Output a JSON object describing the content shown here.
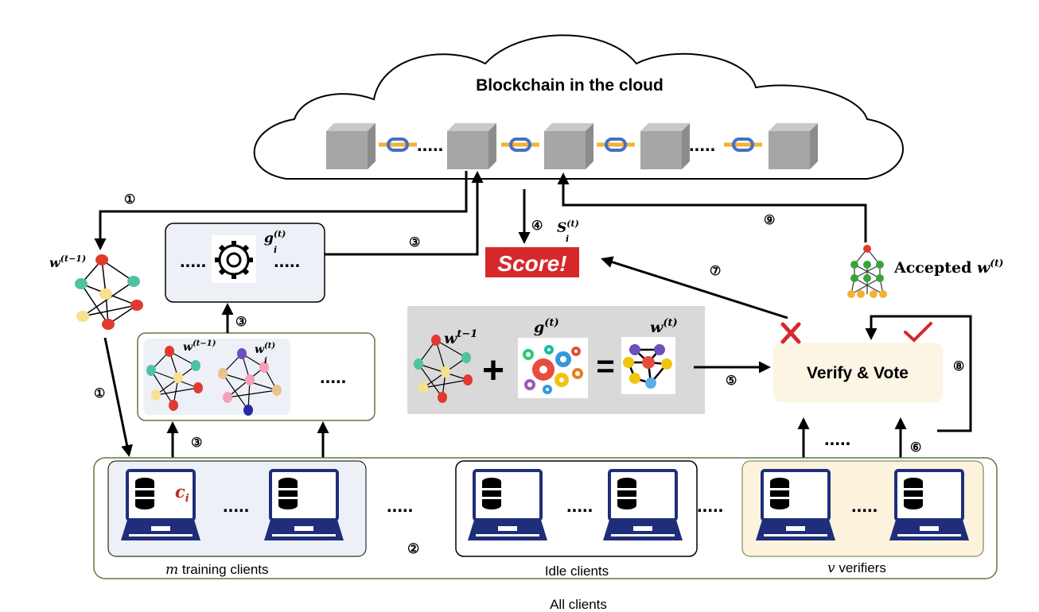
{
  "title": "Blockchain in the cloud",
  "steps": [
    "①",
    "②",
    "③",
    "④",
    "⑤",
    "⑥",
    "⑦",
    "⑧",
    "⑨"
  ],
  "labels": {
    "w_prev": "w",
    "w_prev_sup": "(t−1)",
    "g_i": "g",
    "g_i_sup": "(t)",
    "g_i_sub": "i",
    "s_i": "S",
    "s_i_sup": "(t)",
    "s_i_sub": "i",
    "score": "Score!",
    "accepted": "Accepted ",
    "accepted_w": "w",
    "accepted_sup": "(t)",
    "local_w_prev": "w",
    "local_w_prev_sup": "(t−1)",
    "local_wi": "w",
    "local_wi_sup": "(t)",
    "local_wi_sub": "i",
    "eq_w_prev": "w",
    "eq_w_prev_sup": "t−1",
    "eq_g": "g",
    "eq_g_sup": "(t)",
    "eq_w": "w",
    "eq_w_sup": "(t)",
    "eq_plus": "+",
    "eq_equals": "=",
    "verify_vote": "Verify & Vote",
    "client_ci": "c",
    "client_ci_sub": "i",
    "training_clients_var": "m",
    "training_clients": " training clients",
    "idle_clients": "Idle clients",
    "verifiers_var": "v",
    "verifiers": " verifiers",
    "all_clients": "All clients",
    "ellipsis": "....."
  },
  "colors": {
    "block_front": "#a6a6a6",
    "block_top": "#c8c8c8",
    "block_side": "#8c8c8c",
    "chain_link": "#4472c4",
    "chain_bar": "#f2b233",
    "score_red": "#d6282b",
    "verify_bg": "#fdf5e4",
    "verifier_group_bg": "#fdf3dc",
    "training_box_bg": "#eef0f7",
    "laptop_blue": "#1f2e7a",
    "cross_red": "#d6282b",
    "check_red": "#d6282b",
    "group_border": "#5a7a3e"
  }
}
